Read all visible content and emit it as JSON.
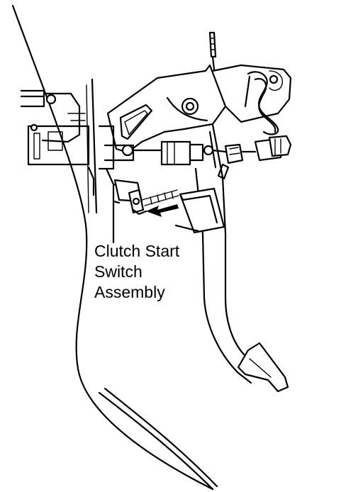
{
  "callout": {
    "line1": "Clutch Start",
    "line2": "Switch",
    "line3": "Assembly"
  },
  "colors": {
    "background": "#ffffff",
    "ink": "#000000"
  }
}
